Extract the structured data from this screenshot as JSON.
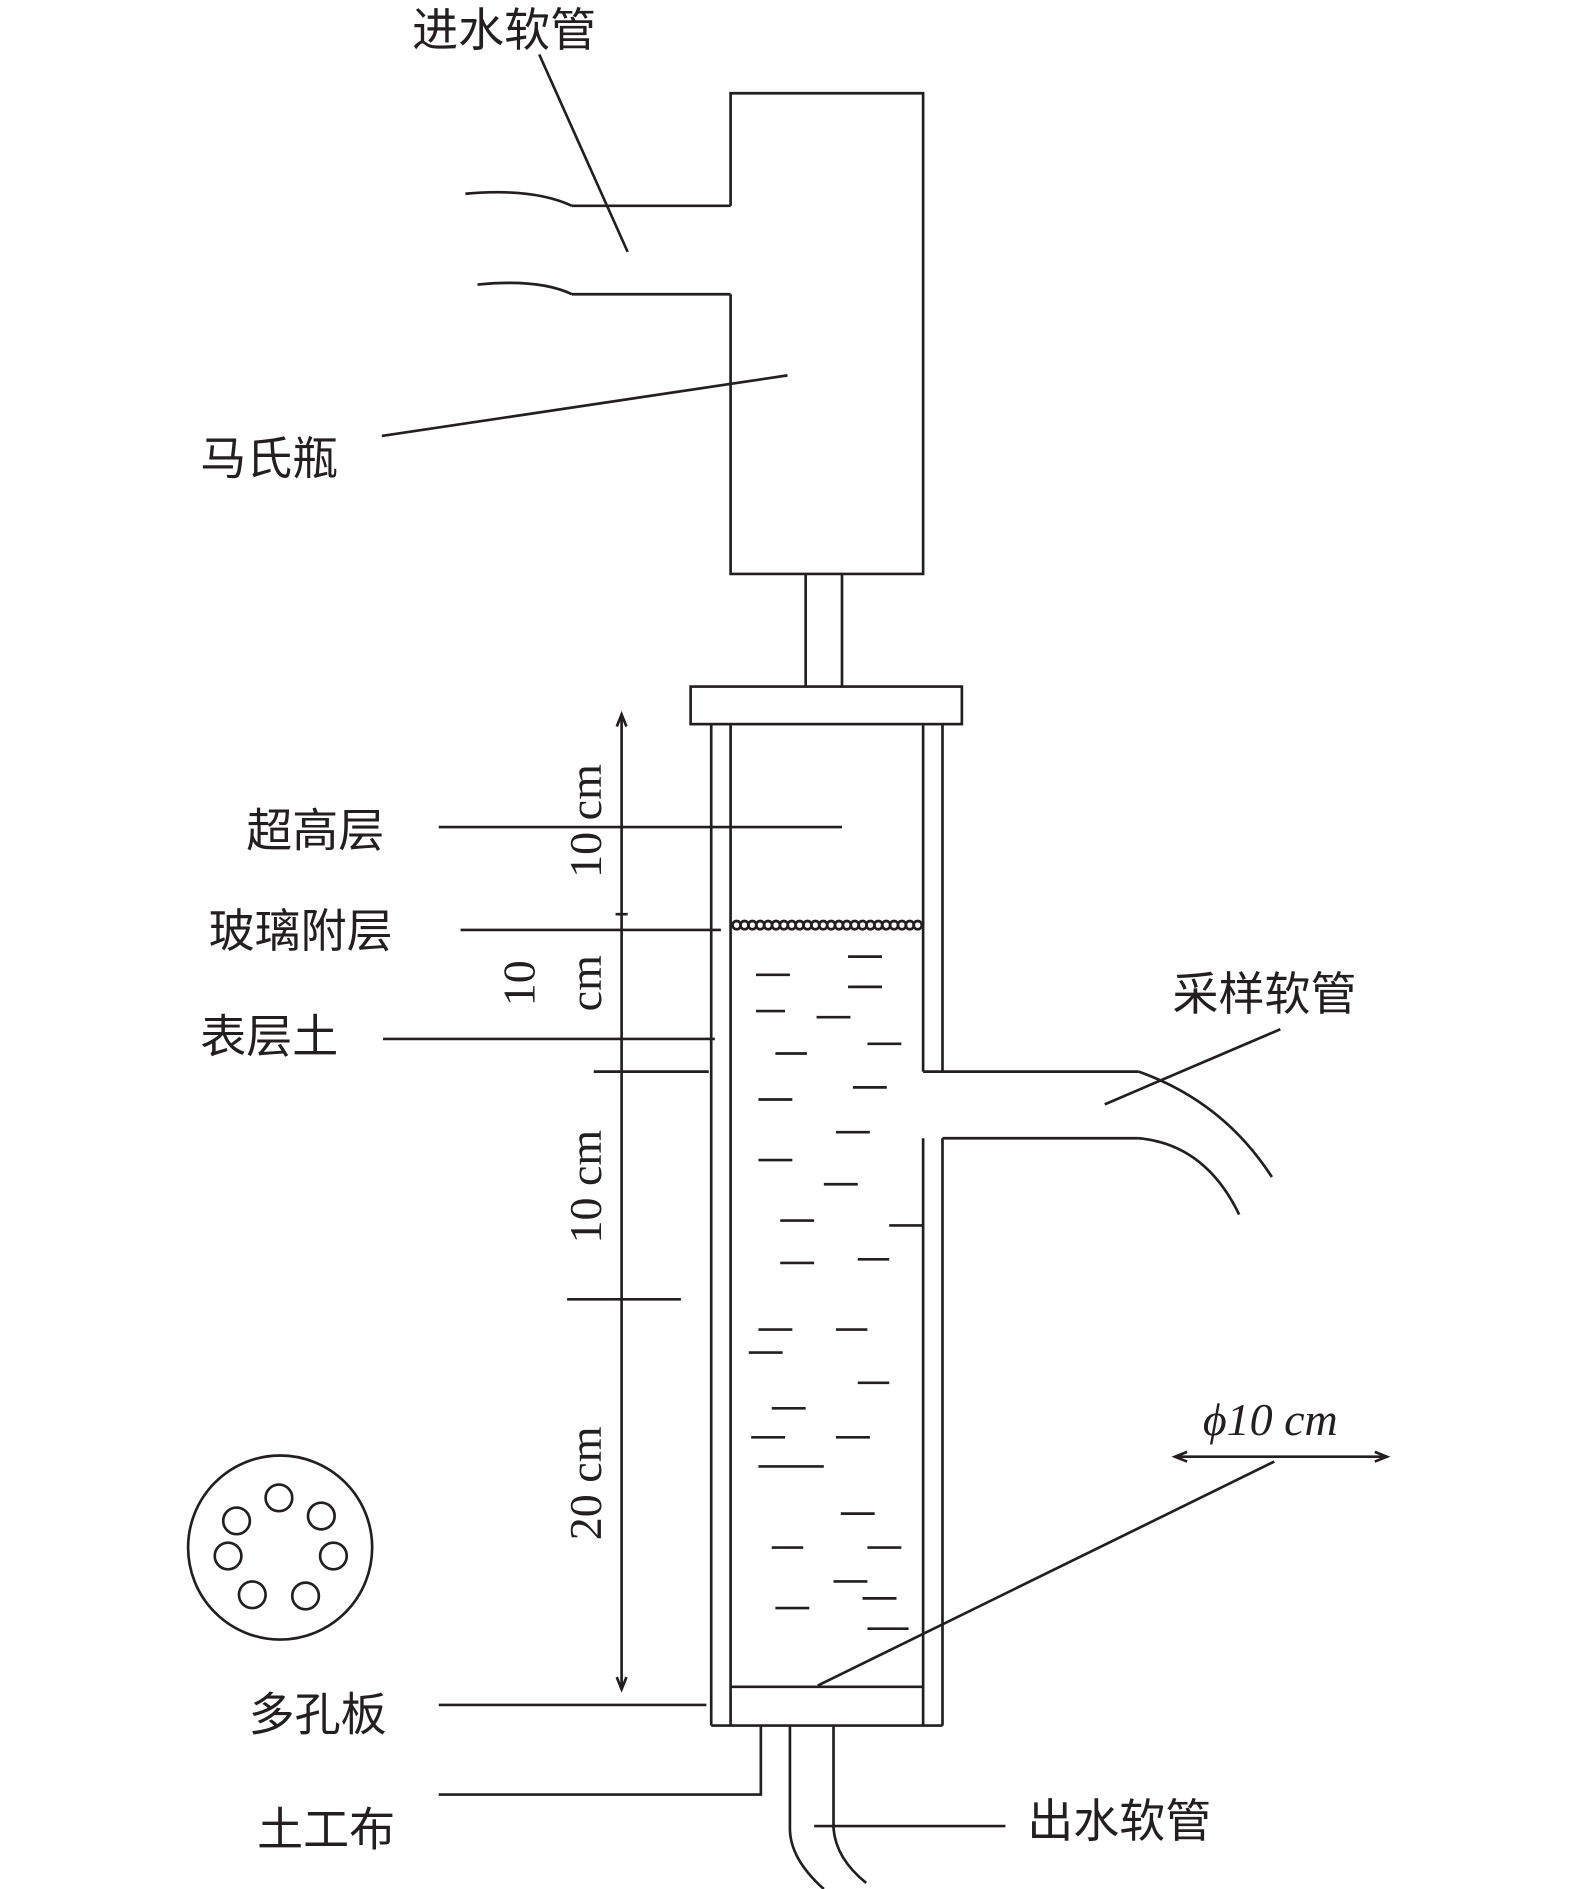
{
  "title": "土柱淋溶实验装置示意图",
  "labels": {
    "inlet_hose": "进水软管",
    "mariotte_bottle": "马氏瓶",
    "freeboard_layer": "超高层",
    "glass_bead_layer": "玻璃附层",
    "topsoil": "表层土",
    "sampling_hose": "采样软管",
    "perforated_plate": "多孔板",
    "geotextile": "土工布",
    "outlet_hose": "出水软管"
  },
  "dimensions": {
    "d1": "10 cm",
    "d2_num": "10",
    "d2_unit": "cm",
    "d3": "10 cm",
    "d4": "20 cm",
    "diameter": "ϕ10 cm"
  },
  "colors": {
    "line": "#231f20",
    "background": "#ffffff"
  }
}
